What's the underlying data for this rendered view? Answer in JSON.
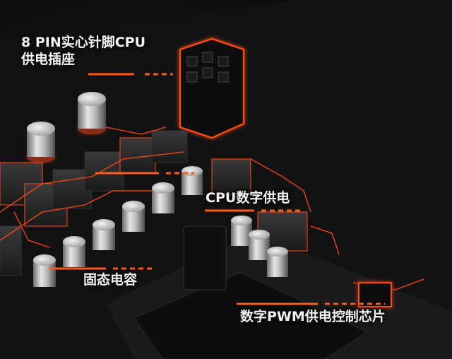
{
  "labels": {
    "cpu_power_connector": {
      "line1": "8 PIN实心针脚CPU",
      "line2": "供电插座"
    },
    "cpu_digital_power": "CPU数字供电",
    "solid_capacitors": "固态电容",
    "digital_pwm_chip": "数字PWM供电控制芯片"
  },
  "colors": {
    "accent": "#ff5a1e",
    "glow": "#ff3b0f",
    "board": "#141416",
    "capacitor_silver": "#c9c9c9"
  }
}
